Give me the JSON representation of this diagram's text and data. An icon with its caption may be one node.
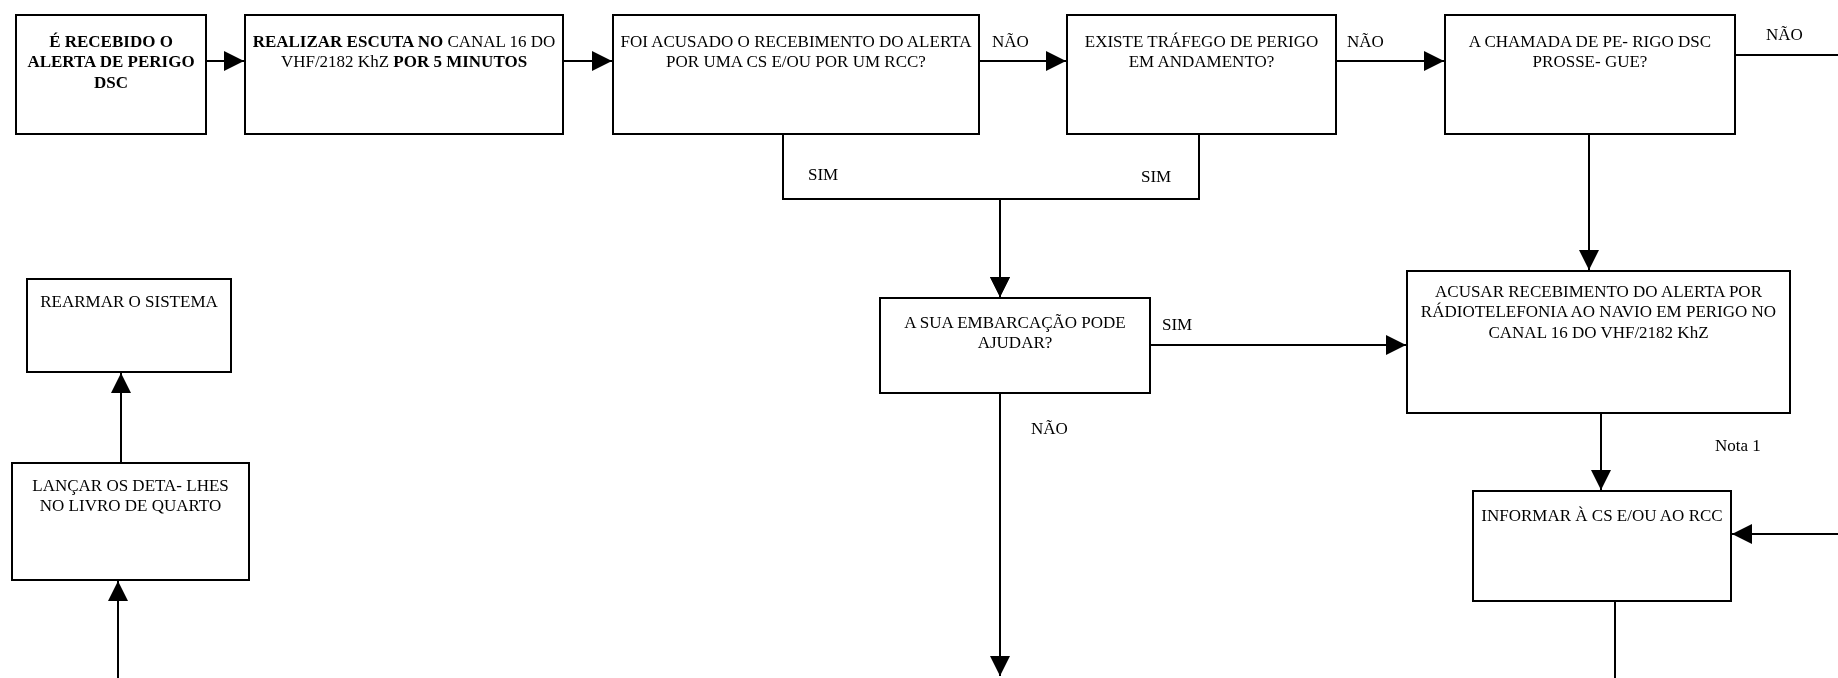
{
  "diagram": {
    "nodes": [
      {
        "text": [
          "É RECEBIDO O ALERTA DE PERIGO DSC"
        ]
      },
      {
        "text": [
          "**REALIZAR ESCUTA NO** CANAL 16 DO VHF/2182 KhZ **POR 5 MINUTOS**"
        ]
      },
      {
        "text": [
          "FOI ACUSADO O RECEBIMENTO DO ALERTA POR UMA CS E/OU POR UM RCC?"
        ]
      },
      {
        "text": [
          "EXISTE TRÁFEGO DE PERIGO EM ANDAMENTO?"
        ]
      },
      {
        "text": [
          "A CHAMADA DE PE- RIGO DSC PROSSE- GUE?"
        ]
      },
      {
        "text": [
          "REARMAR O SISTEMA"
        ]
      },
      {
        "text": [
          "LANÇAR OS DETA- LHES NO LIVRO DE QUARTO"
        ]
      },
      {
        "text": [
          "A SUA EMBARCAÇÃO PODE AJUDAR?"
        ]
      },
      {
        "text": [
          "ACUSAR RECEBIMENTO DO ALERTA POR RÁDIOTELEFONIA AO NAVIO EM PERIGO NO CANAL 16 DO VHF/2182 KhZ"
        ]
      },
      {
        "text": [
          "INFORMAR À CS E/OU AO RCC"
        ]
      }
    ],
    "edges": [
      {
        "from": 0,
        "to": 1,
        "arrow": "to"
      },
      {
        "from": 1,
        "to": 2,
        "arrow": "to"
      },
      {
        "from": 2,
        "to": 3,
        "arrow": "to",
        "label": "NÃO"
      },
      {
        "from": 3,
        "to": 4,
        "arrow": "to",
        "label": "NÃO"
      },
      {
        "from": 4,
        "to": null,
        "arrow": "none",
        "label": "NÃO"
      },
      {
        "from": 2,
        "to": 7,
        "arrow": "to",
        "label": "SIM"
      },
      {
        "from": 3,
        "to": 7,
        "arrow": "to",
        "label": "SIM"
      },
      {
        "from": 4,
        "to": 8,
        "arrow": "to"
      },
      {
        "from": 7,
        "to": 8,
        "arrow": "to",
        "label": "SIM"
      },
      {
        "from": 7,
        "to": null,
        "arrow": "to",
        "label": "NÃO"
      },
      {
        "from": 8,
        "to": 9,
        "arrow": "to"
      },
      {
        "from": null,
        "to": 9,
        "arrow": "to"
      },
      {
        "from": 9,
        "to": null,
        "arrow": "none"
      },
      {
        "from": null,
        "to": 6,
        "arrow": "to"
      },
      {
        "from": 6,
        "to": 5,
        "arrow": "to"
      }
    ],
    "labels": [
      "Nota 1"
    ]
  }
}
